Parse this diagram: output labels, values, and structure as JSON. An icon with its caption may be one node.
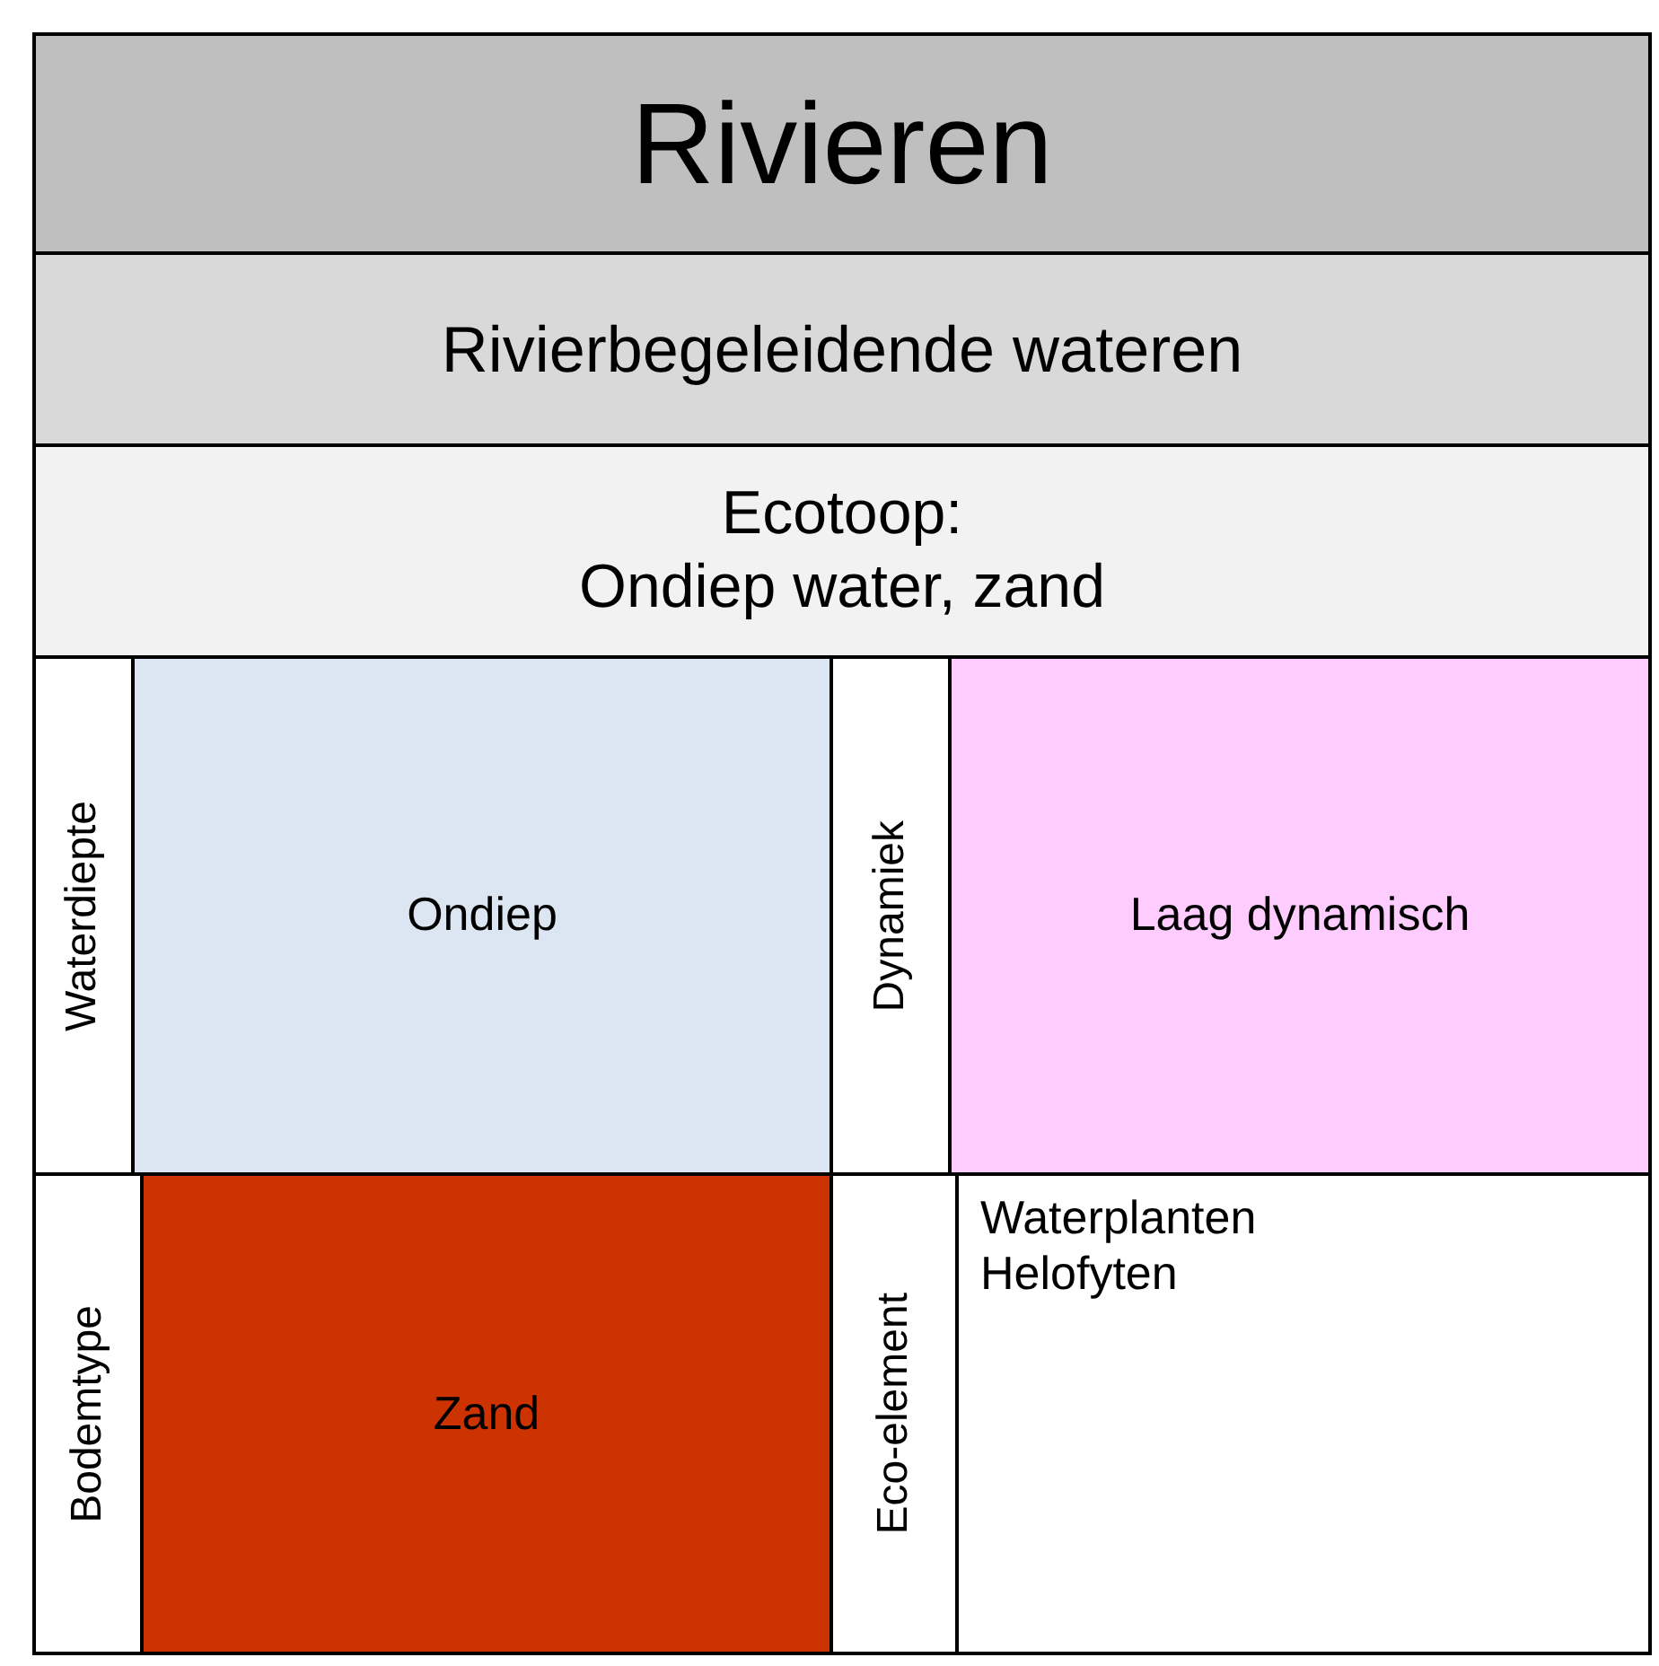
{
  "diagram": {
    "nodes": [
      {
        "text": [
          "Rivieren"
        ]
      },
      {
        "text": [
          "Rivierbegeleidende wateren"
        ]
      },
      {
        "text": [
          "Ecotoop:",
          "Ondiep water, zand"
        ]
      },
      {
        "text": [
          "Waterdiepte"
        ]
      },
      {
        "text": [
          "Ondiep"
        ]
      },
      {
        "text": [
          "Dynamiek"
        ]
      },
      {
        "text": [
          "Laag dynamisch"
        ]
      },
      {
        "text": [
          "Bodemtype"
        ]
      },
      {
        "text": [
          "Zand"
        ]
      },
      {
        "text": [
          "Eco-element"
        ]
      },
      {
        "text": [
          "Waterplanten",
          "Helofyten"
        ]
      }
    ]
  }
}
